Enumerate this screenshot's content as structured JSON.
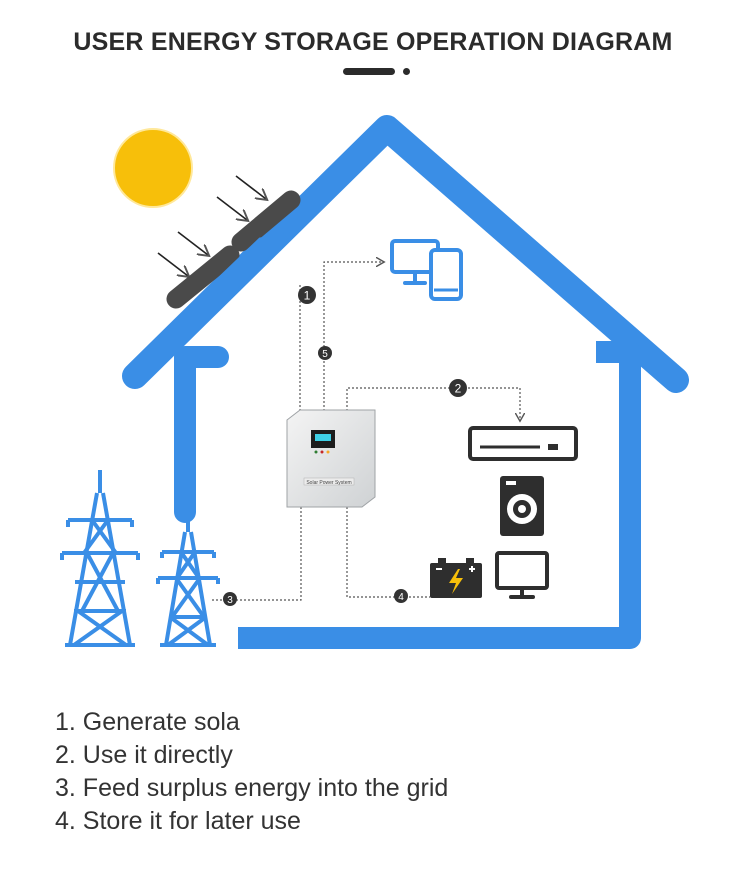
{
  "title": "USER ENERGY STORAGE OPERATION DIAGRAM",
  "flow_markers": [
    "1",
    "2",
    "3",
    "4",
    "5"
  ],
  "inverter_label": "Solar Power System",
  "steps": [
    "1. Generate sola",
    "2. Use it directly",
    "3. Feed surplus energy into the grid",
    "4. Store it for later use"
  ],
  "colors": {
    "house": "#3a8ee6",
    "tower": "#3a8ee6",
    "sun": "#f7bf0a",
    "panel": "#4a4a4a",
    "dark_icon": "#2e2e2e",
    "line": "#555555"
  },
  "icons": [
    "sun-icon",
    "solar-panel-icon",
    "monitor-icon",
    "phone-icon",
    "inverter-icon",
    "air-conditioner-icon",
    "washing-machine-icon",
    "battery-icon",
    "tv-icon",
    "power-tower-icon"
  ]
}
